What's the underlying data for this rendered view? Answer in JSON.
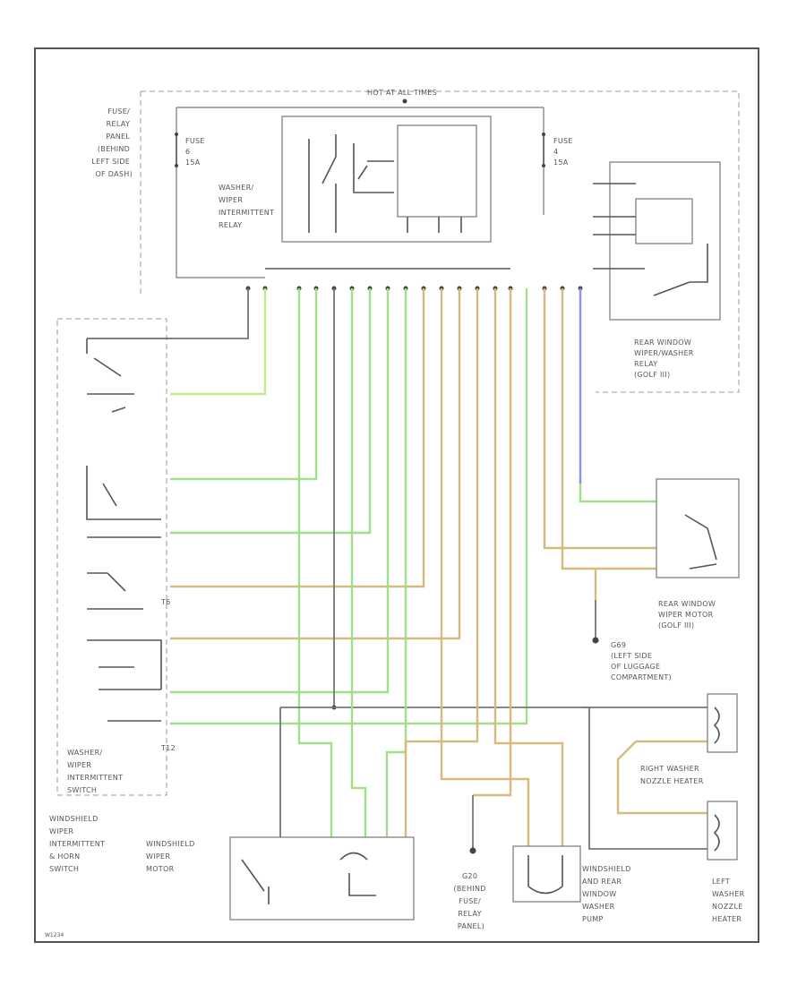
{
  "labels": {
    "hot_at_all_times": "HOT AT ALL TIMES",
    "fuse_relay_panel": [
      "FUSE/",
      "RELAY",
      "PANEL",
      "(BEHIND",
      "LEFT SIDE",
      "OF DASH)"
    ],
    "fuse_left": [
      "FUSE",
      "6",
      "15A"
    ],
    "fuse_right": [
      "FUSE",
      "4",
      "15A"
    ],
    "intermittent_relay": [
      "WASHER/",
      "WIPER",
      "INTERMITTENT",
      "RELAY"
    ],
    "rear_relay": [
      "REAR WINDOW",
      "WIPER/WASHER",
      "RELAY",
      "(GOLF III)"
    ],
    "rear_motor": [
      "REAR WINDOW",
      "WIPER MOTOR",
      "(GOLF III)"
    ],
    "ground_g69": [
      "G69",
      "(LEFT SIDE",
      "OF LUGGAGE",
      "COMPARTMENT)"
    ],
    "right_heater": [
      "RIGHT WASHER",
      "NOZZLE HEATER"
    ],
    "left_heater": [
      "LEFT",
      "WASHER",
      "NOZZLE",
      "HEATER"
    ],
    "switch": [
      "WASHER/",
      "WIPER",
      "INTERMITTENT",
      "SWITCH"
    ],
    "combo_switch": [
      "WINDSHIELD",
      "WIPER",
      "INTERMITTENT",
      "& HORN",
      "SWITCH"
    ],
    "wiper_motor": [
      "WINDSHIELD",
      "WIPER",
      "MOTOR"
    ],
    "g20": [
      "G20",
      "(BEHIND",
      "FUSE/",
      "RELAY",
      "PANEL)"
    ],
    "pump": [
      "WINDSHIELD",
      "AND REAR",
      "WINDOW",
      "WASHER",
      "PUMP"
    ],
    "connector_t12": "T12",
    "connector_t6": "T6",
    "figure_id": "W1234"
  }
}
